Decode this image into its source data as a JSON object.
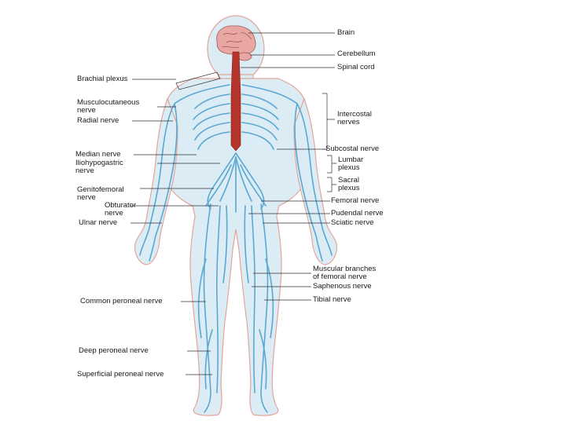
{
  "diagram": {
    "colors": {
      "nerve": "#5aa7d2",
      "body_fill": "#dcecf5",
      "outline": "#e3a59a",
      "spinal_cord": "#b5342b",
      "brain": "#e8a7a3",
      "leader": "#333333"
    },
    "labels_right": {
      "brain": "Brain",
      "cerebellum": "Cerebellum",
      "spinal_cord": "Spinal cord",
      "intercostal": [
        "Intercostal",
        "nerves"
      ],
      "subcostal": "Subcostal nerve",
      "lumbar_plexus": [
        "Lumbar",
        "plexus"
      ],
      "sacral_plexus": [
        "Sacral",
        "plexus"
      ],
      "femoral": "Femoral nerve",
      "pudendal": "Pudendal nerve",
      "sciatic": "Sciatic nerve",
      "muscular_branches": [
        "Muscular branches",
        "of femoral nerve"
      ],
      "saphenous": "Saphenous nerve",
      "tibial": "Tibial nerve"
    },
    "labels_left": {
      "brachial_plexus": "Brachial plexus",
      "musculocutaneous": [
        "Musculocutaneous",
        "nerve"
      ],
      "radial": "Radial nerve",
      "median": "Median nerve",
      "iliohypogastric": [
        "Iliohypogastric",
        "nerve"
      ],
      "genitofemoral": [
        "Genitofemoral",
        "nerve"
      ],
      "obturator": [
        "Obturator",
        "nerve"
      ],
      "ulnar": "Ulnar nerve",
      "common_peroneal": "Common peroneal nerve",
      "deep_peroneal": "Deep peroneal nerve",
      "superficial_peroneal": "Superficial peroneal nerve"
    }
  }
}
